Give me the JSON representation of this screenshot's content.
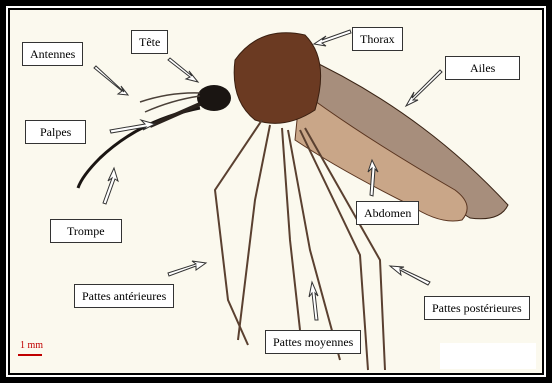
{
  "labels": {
    "antennes": "Antennes",
    "tete": "Tête",
    "thorax": "Thorax",
    "ailes": "Ailes",
    "palpes": "Palpes",
    "trompe": "Trompe",
    "abdomen": "Abdomen",
    "pattes_anterieures": "Pattes antérieures",
    "pattes_moyennes": "Pattes moyennes",
    "pattes_posterieures": "Pattes postérieures"
  },
  "scale": "1 mm",
  "colors": {
    "background": "#fbf9ee",
    "border": "#000000",
    "scale": "#c00000",
    "body": "#6b3a22"
  }
}
